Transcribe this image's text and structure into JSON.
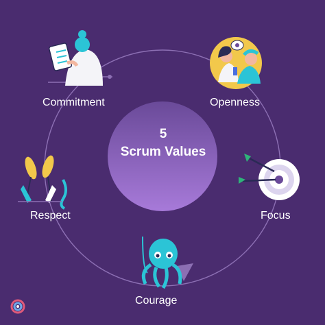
{
  "center": {
    "number": "5",
    "title": "Scrum Values"
  },
  "values": [
    {
      "label": "Commitment",
      "icon": "person-with-clipboard-icon"
    },
    {
      "label": "Openness",
      "icon": "two-people-sharing-ideas-icon"
    },
    {
      "label": "Focus",
      "icon": "target-with-arrows-icon"
    },
    {
      "label": "Courage",
      "icon": "octopus-icon"
    },
    {
      "label": "Respect",
      "icon": "raised-hands-icon"
    }
  ],
  "colors": {
    "background": "#4a2c6f",
    "ring": "#8c6fb3",
    "center_top": "#6a4a99",
    "center_bottom": "#a77ad9",
    "accent_cyan": "#2bc4d6",
    "accent_yellow": "#f2c84b",
    "accent_pink": "#e05a7a"
  },
  "brand": {
    "logo": "brand-logo-icon"
  }
}
